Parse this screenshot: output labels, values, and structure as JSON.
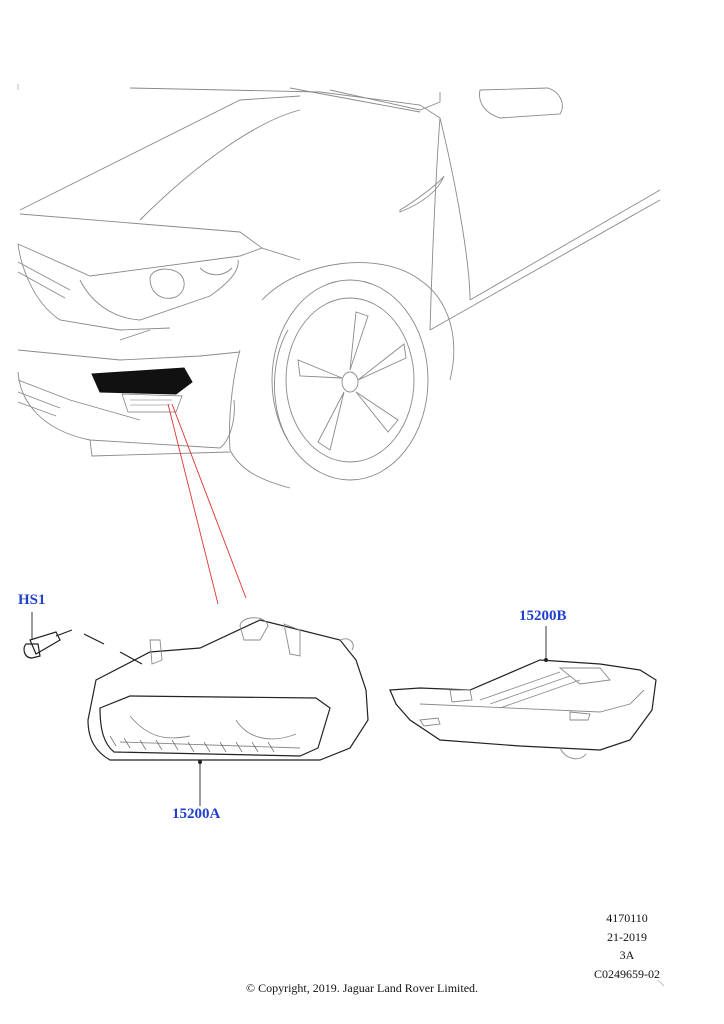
{
  "callouts": {
    "hs1": "HS1",
    "part_b": "15200B",
    "part_a": "15200A"
  },
  "reference": {
    "line1": "4170110",
    "line2": "21-2019",
    "line3": "3A",
    "line4": "C0249659-02"
  },
  "copyright": "© Copyright, 2019. Jaguar Land Rover Limited.",
  "colors": {
    "callout": "#1f3fd0",
    "leader_line": "#e03030"
  }
}
